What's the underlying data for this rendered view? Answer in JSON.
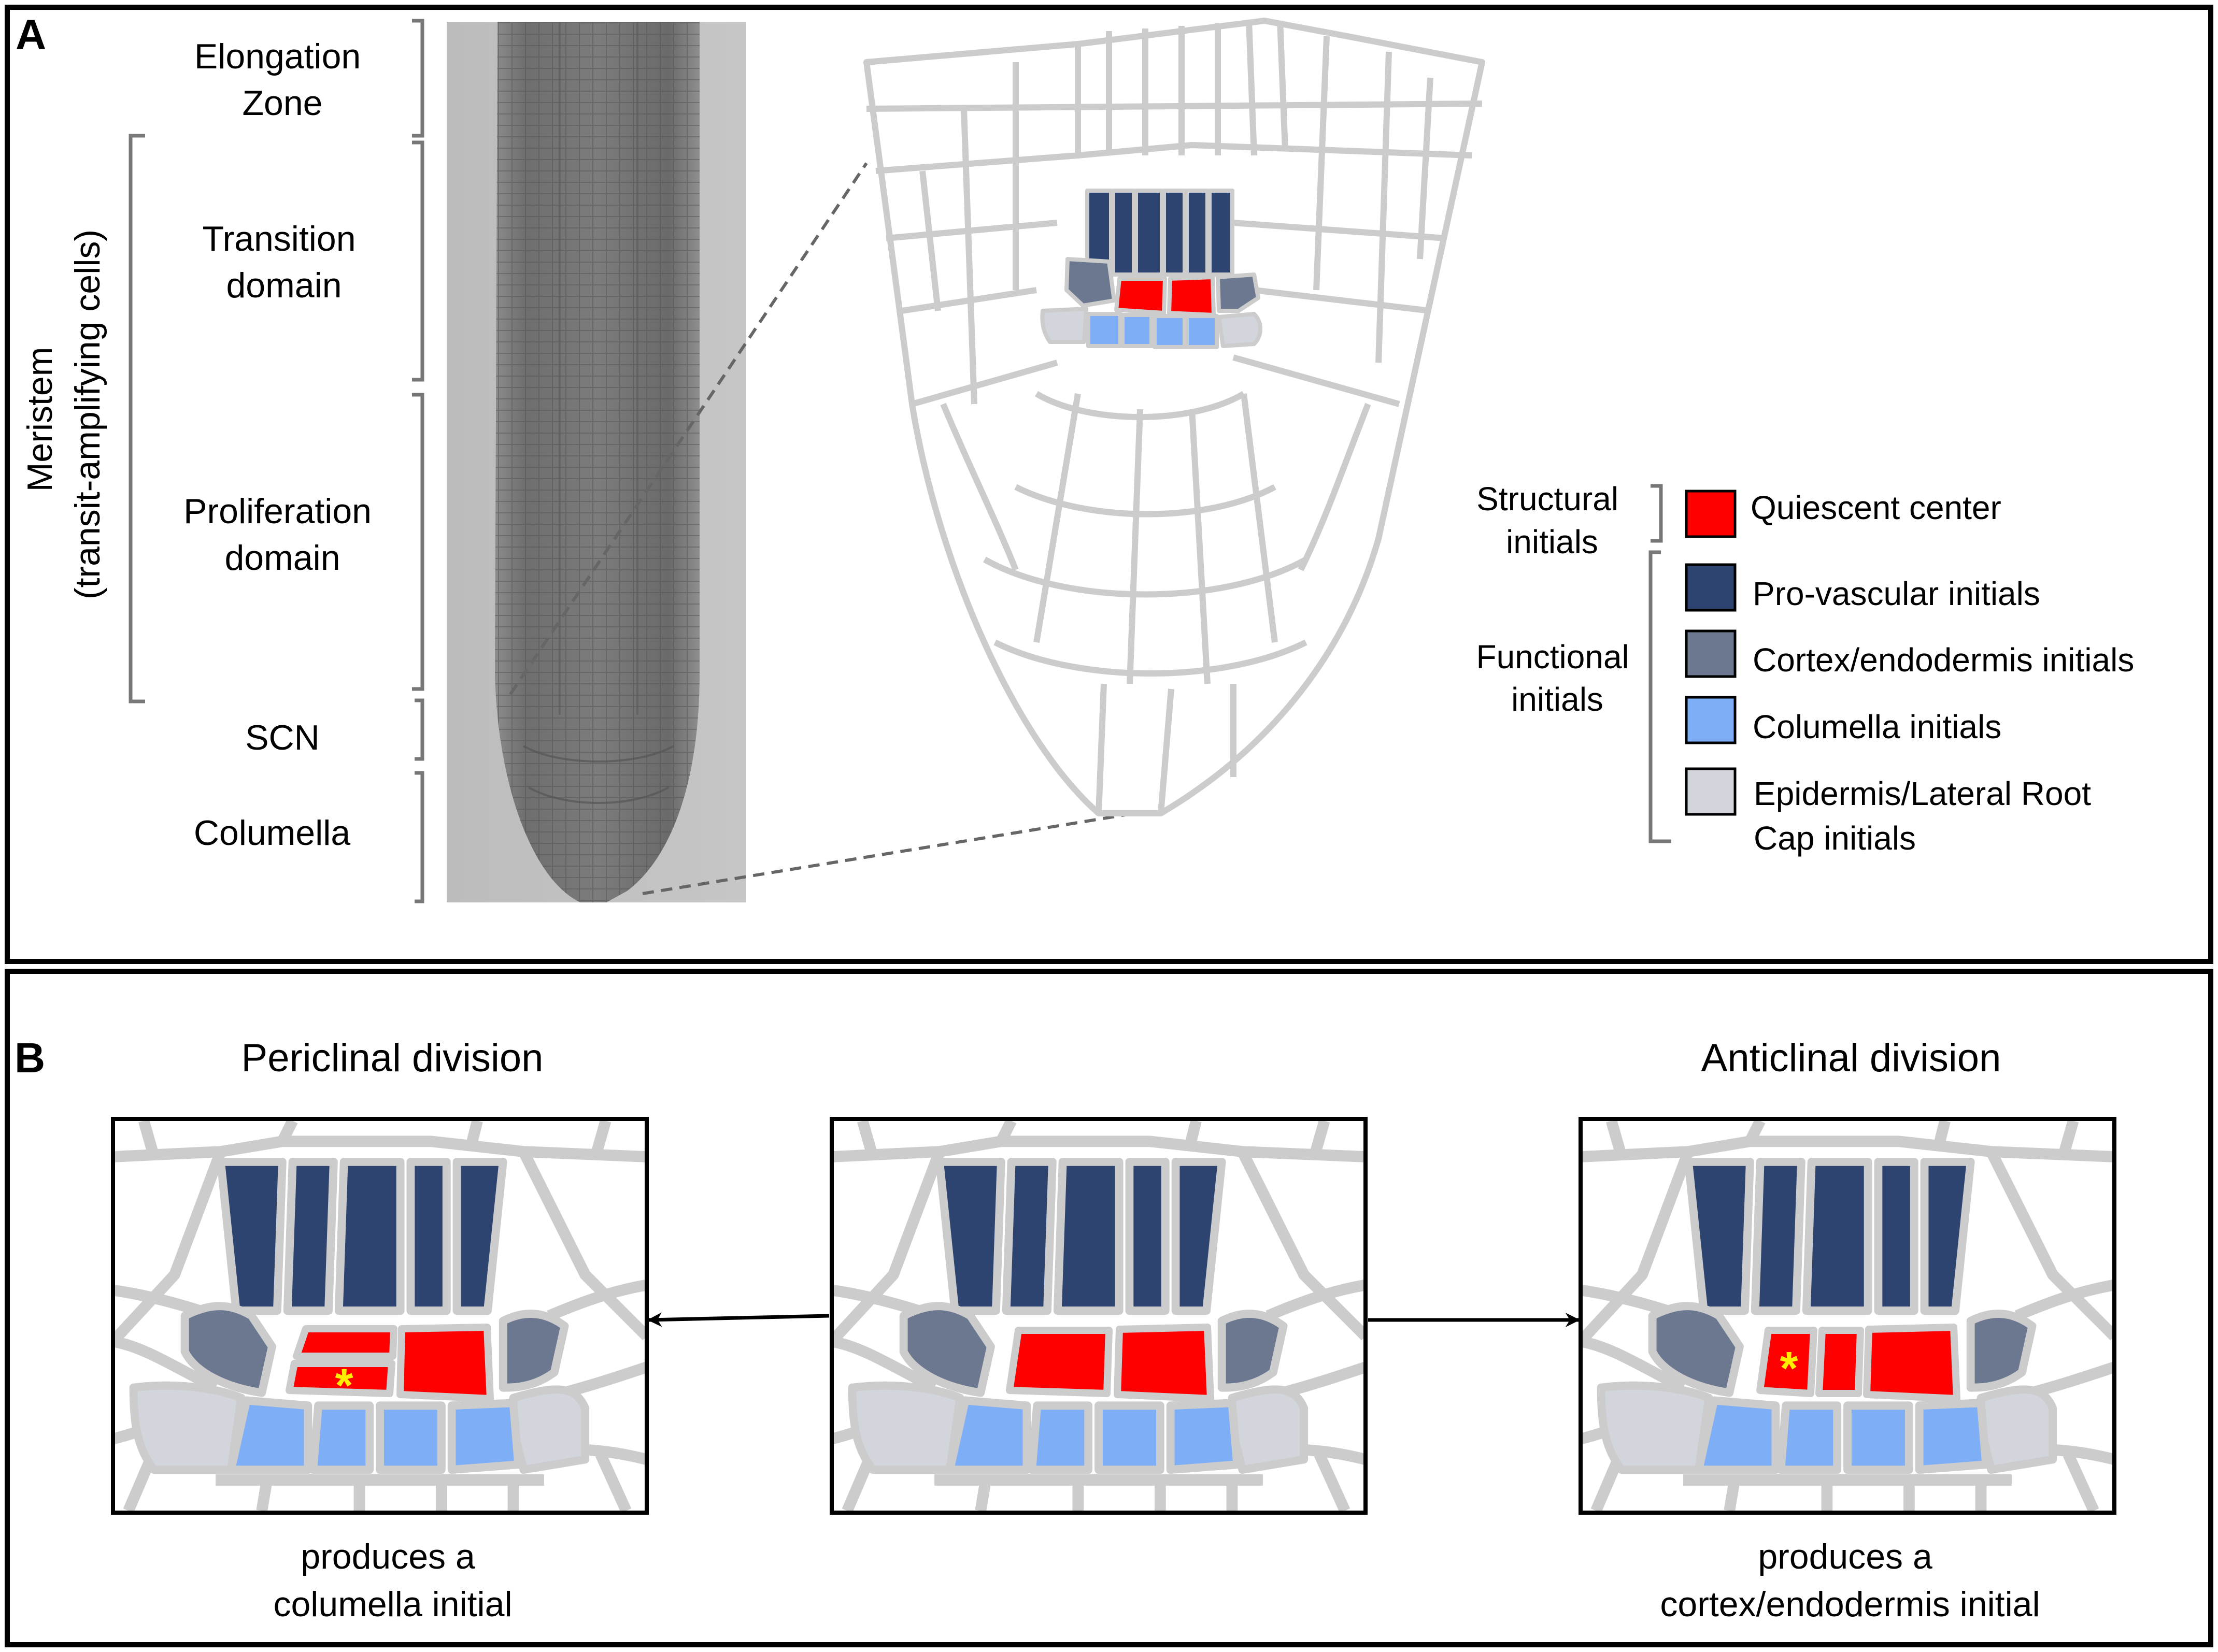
{
  "panel_a": {
    "letter": "A",
    "zones": {
      "elongation": [
        "Elongation",
        "Zone"
      ],
      "transition": [
        "Transition",
        "domain"
      ],
      "proliferation": [
        "Proliferation",
        "domain"
      ],
      "scn": "SCN",
      "columella": "Columella"
    },
    "meristem_label": [
      "Meristem",
      "(transit-amplifying cells)"
    ],
    "legend": {
      "structural_label": [
        "Structural",
        "initials"
      ],
      "functional_label": [
        "Functional",
        "initials"
      ],
      "items": [
        {
          "label": "Quiescent center",
          "color": "#ff0000"
        },
        {
          "label": "Pro-vascular initials",
          "color": "#2e4470"
        },
        {
          "label": "Cortex/endodermis initials",
          "color": "#6b7890"
        },
        {
          "label": "Columella initials",
          "color": "#7eaef5"
        },
        {
          "label": "Epidermis/Lateral Root",
          "label2": "Cap initials",
          "color": "#d2d5dc"
        }
      ]
    }
  },
  "panel_b": {
    "letter": "B",
    "left_title": "Periclinal division",
    "right_title": "Anticlinal division",
    "left_caption": [
      "produces a",
      "columella initial"
    ],
    "right_caption": [
      "produces a",
      "cortex/endodermis initial"
    ],
    "marker": "*"
  },
  "colors": {
    "qc": "#ff0000",
    "provascular": "#2e4470",
    "cortex_endodermis": "#6b7890",
    "columella": "#7eaef5",
    "epidermis_lrc": "#d2d5dc",
    "cell_wall": "#cfcfcf",
    "marker": "#ffee00"
  }
}
